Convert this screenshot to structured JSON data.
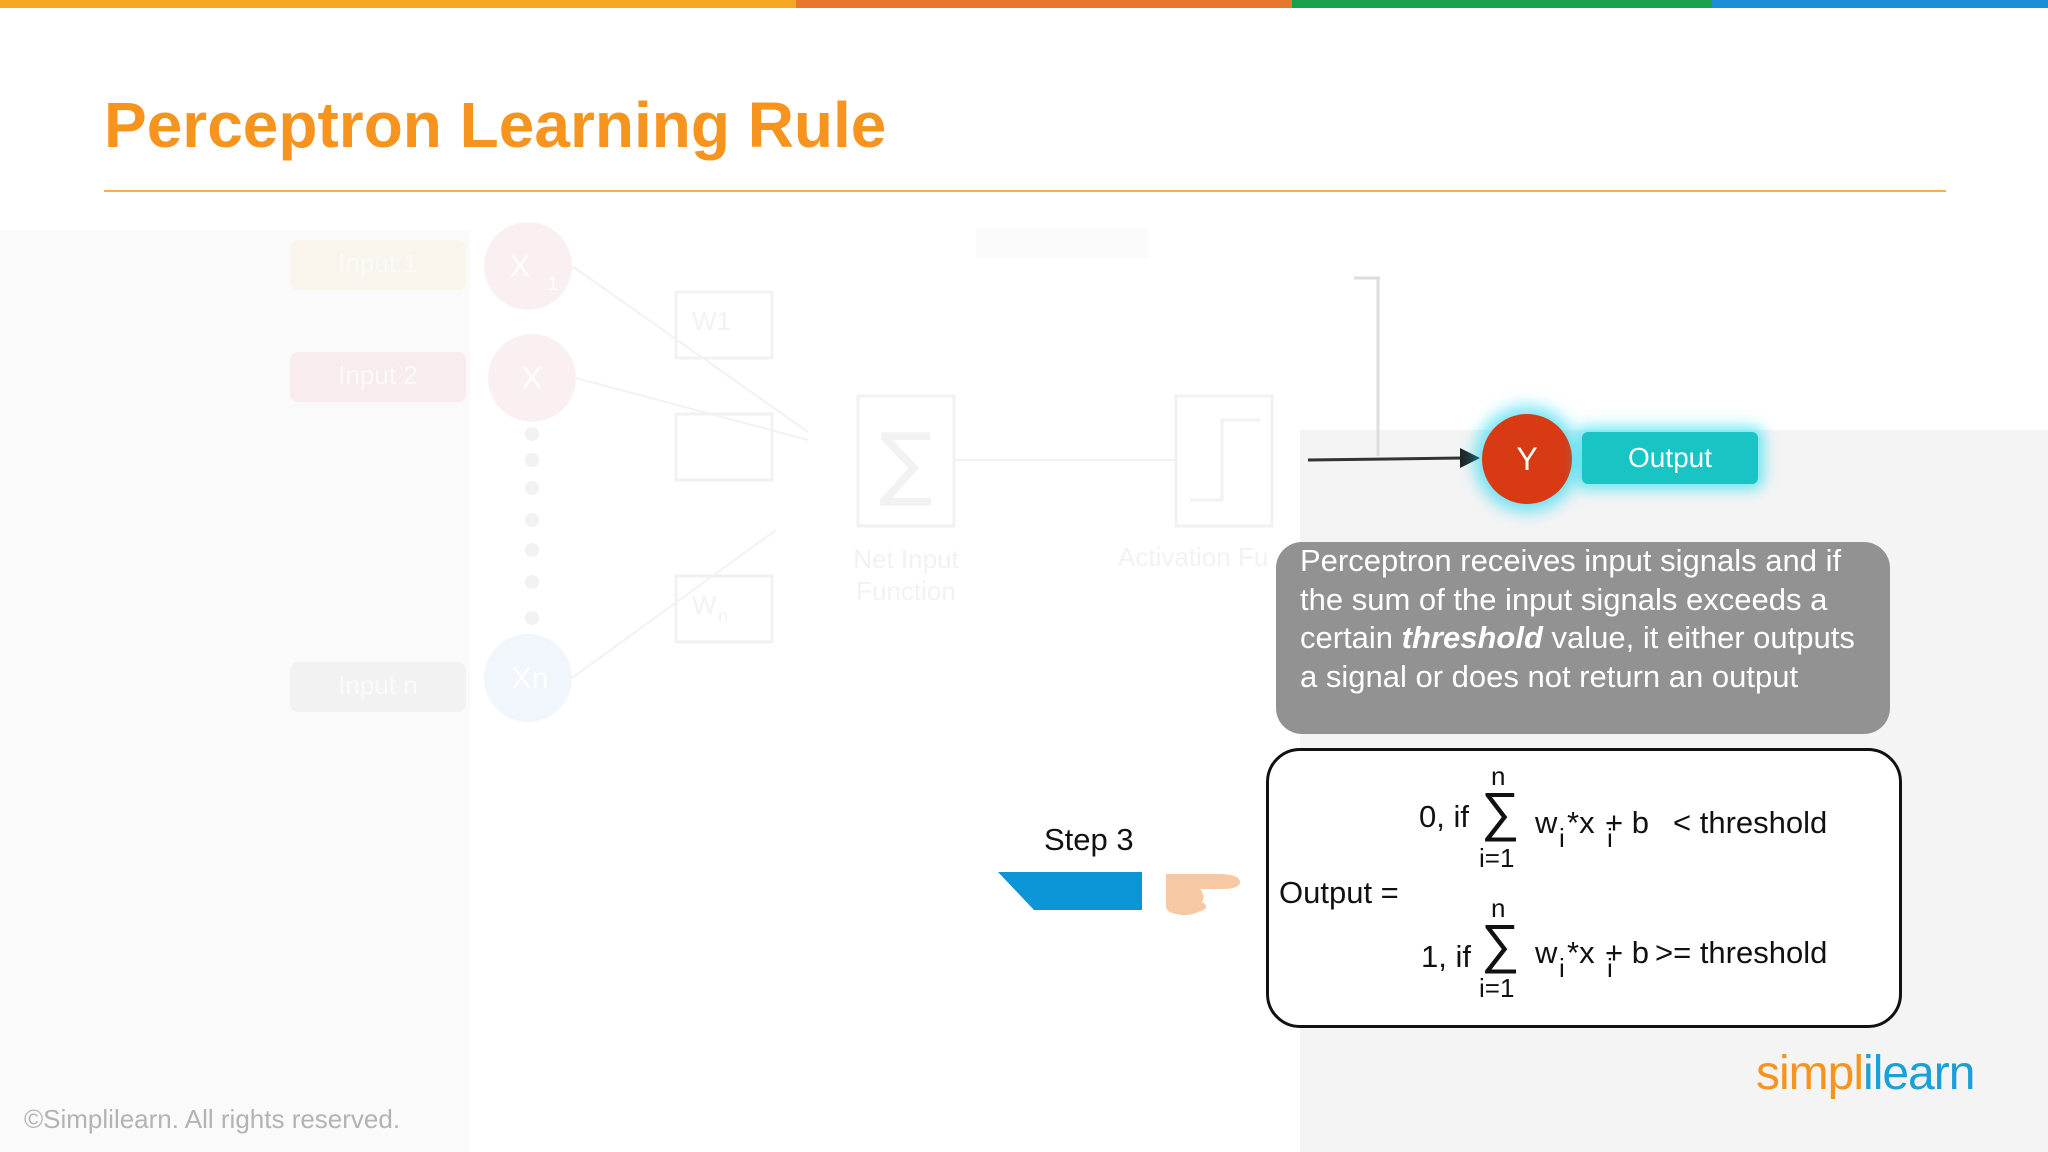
{
  "colors": {
    "accent": "#f7941d",
    "topbar": [
      "#f5a623",
      "#e8772e",
      "#1aa04a",
      "#1a8fd6"
    ],
    "node_y": "#d83a14",
    "output_box": "#19c4c4",
    "callout_bg": "#929292",
    "step_bar": "#0b94d6"
  },
  "slide": {
    "title": "Perceptron Learning Rule"
  },
  "diagram": {
    "inputs": [
      "Input 1",
      "Input 2",
      "Input n"
    ],
    "nodes": [
      "X",
      "1",
      "X",
      "Xn"
    ],
    "weights": [
      "W1",
      "W",
      "n"
    ],
    "sum_symbol": "∑",
    "net_input_label": [
      "Net Input",
      "Function"
    ],
    "activation_label": "Activation Fu",
    "y_node": "Y",
    "output_label": "Output"
  },
  "callout": {
    "text_before": "Perceptron receives input signals and if the sum of the input signals exceeds a certain ",
    "emphasis": "threshold",
    "text_after": " value, it either outputs a signal or does not return an output"
  },
  "formula": {
    "lhs": "Output =",
    "case0_prefix": "0, if",
    "case1_prefix": "1,  if",
    "sum_upper": "n",
    "sum_lower": "i=1",
    "w": "w",
    "star_x": "*x",
    "sub_i": "i",
    "plus_b": "+ b",
    "case0_cond": "< threshold",
    "case1_cond": ">= threshold"
  },
  "step": {
    "label": "Step 3"
  },
  "footer": {
    "copyright": "©Simplilearn. All rights reserved."
  },
  "logo": {
    "part1": "simpl",
    "part2": "i",
    "part3": "learn"
  }
}
